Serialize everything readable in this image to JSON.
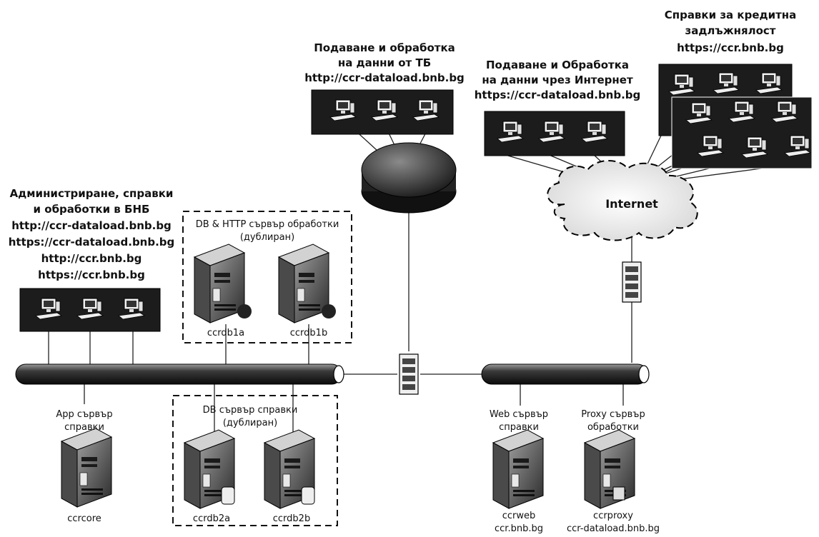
{
  "groups": {
    "tb": {
      "lines": [
        "Подаване и обработка",
        "на данни от ТБ",
        "http://ccr-dataload.bnb.bg"
      ]
    },
    "internet_submit": {
      "lines": [
        "Подаване и Обработка",
        "на данни чрез Интернет",
        "https://ccr-dataload.bnb.bg"
      ]
    },
    "credit_reports": {
      "lines": [
        "Справки за кредитна",
        "задлъжнялост",
        "https://ccr.bnb.bg"
      ]
    },
    "bnb_admin": {
      "lines": [
        "Администриране, справки",
        "и обработки в БНБ",
        "http://ccr-dataload.bnb.bg",
        "https://ccr-dataload.bnb.bg",
        "http://ccr.bnb.bg",
        "https://ccr.bnb.bg"
      ]
    }
  },
  "clusters": {
    "db_http": {
      "lines": [
        "DB & HTTP сървър обработки",
        "(дублиран)"
      ]
    },
    "db_reports": {
      "lines": [
        "DB сървър справки",
        "(дублиран)"
      ]
    }
  },
  "cloud": {
    "label": "Internet"
  },
  "servers": {
    "ccrdb1a": {
      "name": "ccrdb1a"
    },
    "ccrdb1b": {
      "name": "ccrdb1b"
    },
    "ccrcore": {
      "role": [
        "App сървър",
        "справки"
      ],
      "name": "ccrcore"
    },
    "ccrdb2a": {
      "name": "ccrdb2a"
    },
    "ccrdb2b": {
      "name": "ccrdb2b"
    },
    "ccrweb": {
      "role": [
        "Web сървър",
        "справки"
      ],
      "name": [
        "ccrweb",
        "ccr.bnb.bg"
      ]
    },
    "ccrproxy": {
      "role": [
        "Proxy сървър",
        "обработки"
      ],
      "name": [
        "ccrproxy",
        "ccr-dataload.bnb.bg"
      ]
    }
  }
}
